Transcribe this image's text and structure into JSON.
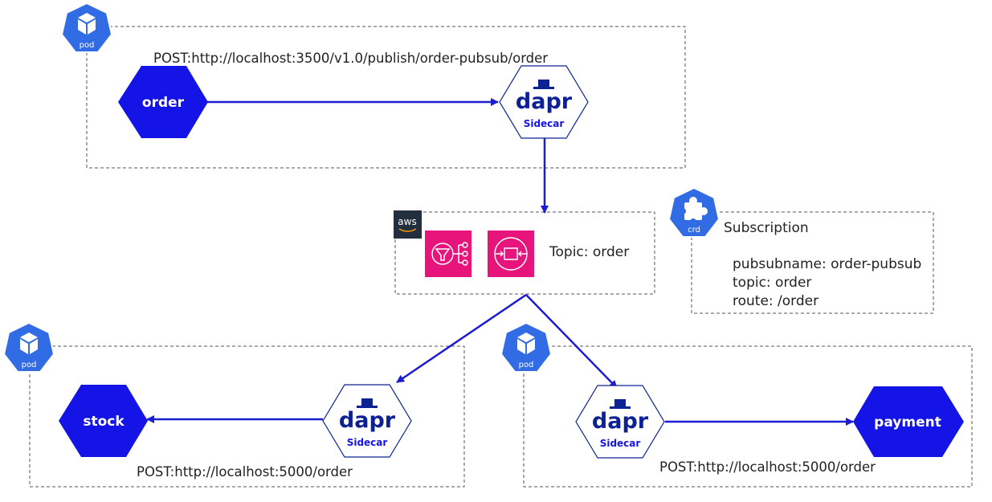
{
  "colors": {
    "service": "#1414e6",
    "dapr_brand": "#0d2192",
    "arrow": "#1c1cd0",
    "k8s_blue": "#326ce5",
    "aws_dark": "#232f3e",
    "aws_pink": "#e7157b",
    "border": "#555555"
  },
  "pods": {
    "top": {
      "badge_text": "pod",
      "icon": "cube-icon",
      "url": "POST:http://localhost:3500/v1.0/publish/order-pubsub/order"
    },
    "left": {
      "badge_text": "pod",
      "icon": "cube-icon",
      "url": "POST:http://localhost:5000/order"
    },
    "right": {
      "badge_text": "pod",
      "icon": "cube-icon",
      "url": "POST:http://localhost:5000/order"
    }
  },
  "services": {
    "order": "order",
    "stock": "stock",
    "payment": "payment"
  },
  "sidecar": {
    "logo_text": "dapr",
    "label": "Sidecar"
  },
  "aws": {
    "logo_text": "aws",
    "sns_icon": "sns-icon",
    "sqs_icon": "sqs-icon",
    "topic_label": "Topic: order"
  },
  "subscription": {
    "badge_text": "crd",
    "icon": "puzzle-icon",
    "title": "Subscription",
    "lines": [
      "pubsubname: order-pubsub",
      "topic: order",
      "route: /order"
    ]
  }
}
